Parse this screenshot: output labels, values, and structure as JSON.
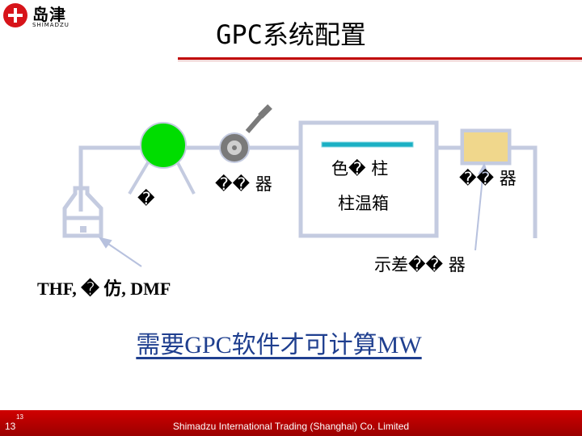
{
  "header": {
    "logo_cn": "岛津",
    "logo_en": "SHIMADZU",
    "title": "GPC系统配置"
  },
  "diagram": {
    "pump_label": "�",
    "injector_label": "�� 器",
    "column_label": "色� 柱",
    "oven_label": "柱温箱",
    "detector_label": "�� 器",
    "ri_detector_label": "示差�� 器",
    "solvent_label": "THF, � 仿, DMF",
    "software_note": "需要GPC软件才可计算MW",
    "colors": {
      "tubing": "#c4cbe0",
      "pump": "#00dd00",
      "injector_outer": "#7a7a7a",
      "column": "#1ab0c4",
      "detector": "#f0d78c"
    }
  },
  "footer": {
    "page_number": "13",
    "page_number_small": "13",
    "company": "Shimadzu International Trading (Shanghai) Co. Limited"
  }
}
